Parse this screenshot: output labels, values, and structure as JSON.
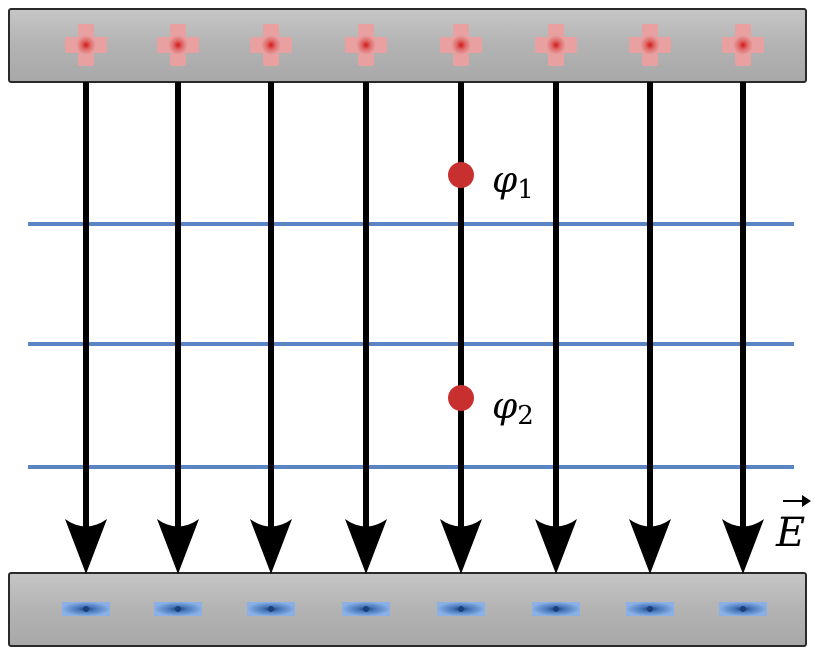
{
  "diagram": {
    "colors": {
      "plate_fill": "#b5b5b5",
      "plate_stroke": "#2a2a2a",
      "field_line": "#000000",
      "equipotential": "#5a85c2",
      "point": "#c8302f",
      "positive_charge": "#e8a0a0",
      "positive_charge_core": "#d42020",
      "negative_charge": "#6c9bd8",
      "negative_charge_core": "#1a3f7a"
    },
    "top_plate": {
      "charge_sign": "positive",
      "charge_count": 8
    },
    "bottom_plate": {
      "charge_sign": "negative",
      "charge_count": 8
    },
    "field_lines": {
      "count": 8,
      "direction": "down"
    },
    "equipotential_lines": {
      "count": 3
    },
    "points": [
      {
        "symbol": "φ",
        "subscript": "1"
      },
      {
        "symbol": "φ",
        "subscript": "2"
      }
    ],
    "field_label": {
      "symbol": "E",
      "arrow": "vector"
    }
  }
}
